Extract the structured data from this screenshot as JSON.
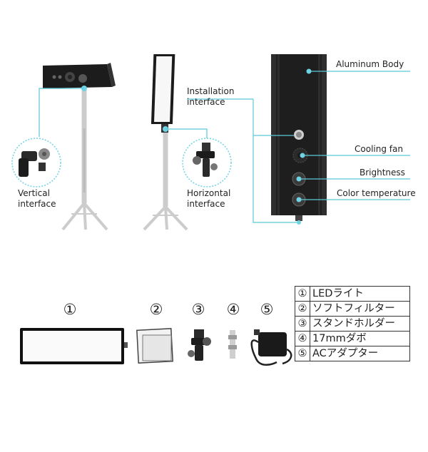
{
  "labels": {
    "aluminum_body": "Aluminum Body",
    "installation_interface": "Installation\ninterface",
    "cooling_fan": "Cooling fan",
    "brightness": "Brightness",
    "color_temperature": "Color temperature",
    "vertical_interface": "Vertical\ninterface",
    "horizontal_interface": "Horizontal\ninterface"
  },
  "package_numbers": [
    "①",
    "②",
    "③",
    "④",
    "⑤"
  ],
  "parts_list": [
    {
      "num": "①",
      "name": "LEDライト"
    },
    {
      "num": "②",
      "name": "ソフトフィルター"
    },
    {
      "num": "③",
      "name": "スタンドホルダー"
    },
    {
      "num": "④",
      "name": "17mmダボ"
    },
    {
      "num": "⑤",
      "name": "ACアダプター"
    }
  ],
  "colors": {
    "accent_line": "#5bc8d8",
    "dot": "#6fd3e3",
    "body": "#1e1e1e",
    "stand": "#cfcfcf"
  }
}
